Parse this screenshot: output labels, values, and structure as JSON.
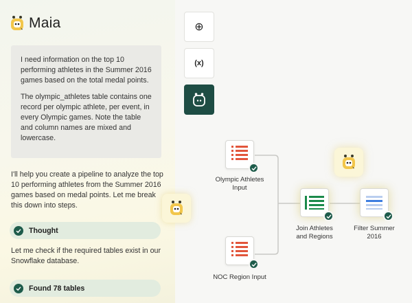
{
  "app": {
    "name": "Maia"
  },
  "chat": {
    "user_message": {
      "paragraph_1": "I need information on the top 10 performing athletes in the Summer 2016 games based on the total medal points.",
      "paragraph_2": "The olympic_athletes table contains one record per olympic athlete, per event, in every Olympic games. Note the table and column names are mixed and lowercase."
    },
    "assistant_message_1": "I'll help you create a pipeline to analyze the top 10 performing athletes from the Summer 2016 games based on medal points. Let me break this down into steps.",
    "thought_pill": {
      "label": "Thought"
    },
    "assistant_message_2": "Let me check if the required tables exist in our Snowflake database.",
    "found_pill": {
      "label": "Found 78 tables"
    }
  },
  "toolbar": {
    "add_symbol": "⊕",
    "variable_symbol": "(x)",
    "maia_icon": "maia-icon"
  },
  "pipeline": {
    "nodes": [
      {
        "id": "olympic_athletes_input",
        "label_line1": "Olympic Athletes",
        "label_line2": "Input",
        "icon": "table-input-icon",
        "status": "success"
      },
      {
        "id": "noc_region_input",
        "label_line1": "NOC Region Input",
        "label_line2": "",
        "icon": "table-input-icon",
        "status": "success"
      },
      {
        "id": "join_athletes_regions",
        "label_line1": "Join Athletes",
        "label_line2": "and Regions",
        "icon": "join-icon",
        "status": "success"
      },
      {
        "id": "filter_summer_2016",
        "label_line1": "Filter Summer",
        "label_line2": "2016",
        "icon": "filter-icon",
        "status": "success"
      }
    ]
  },
  "colors": {
    "accent_dark": "#1e5c4b",
    "input_red": "#e2553b",
    "join_green": "#1a8a4a",
    "filter_blue": "#3d7ee0",
    "pill_bg": "#e2ecdf"
  }
}
